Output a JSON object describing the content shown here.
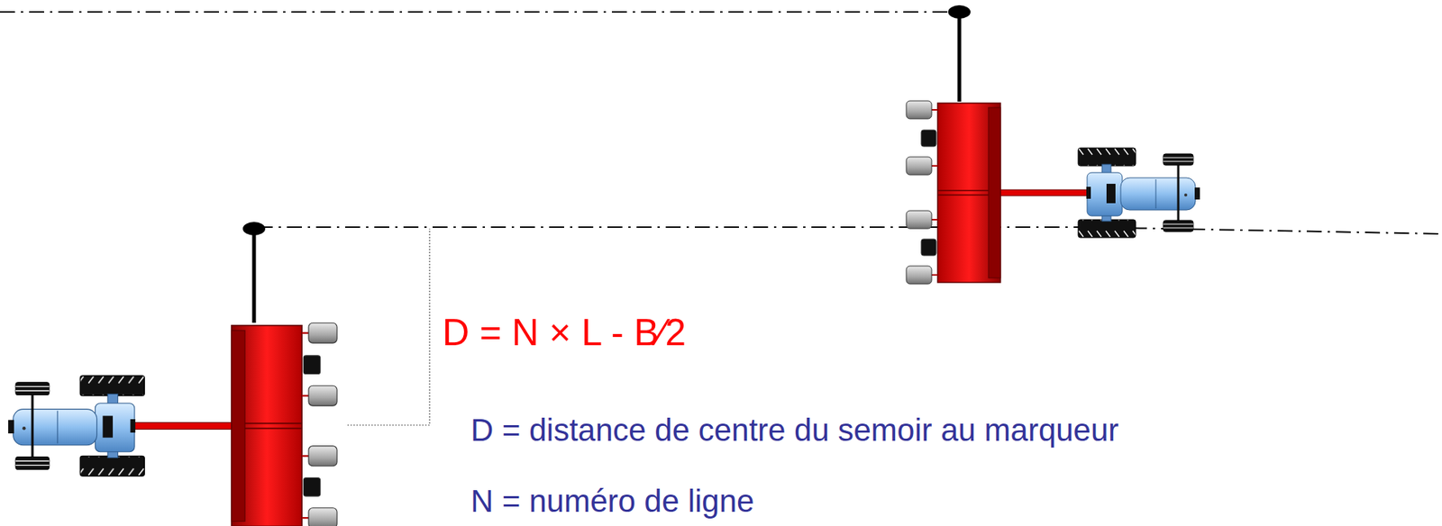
{
  "diagram": {
    "labels": [
      "D = N × L - B⁄2",
      "D = distance de centre du semoir au marqueur",
      "N = numéro de ligne"
    ]
  }
}
